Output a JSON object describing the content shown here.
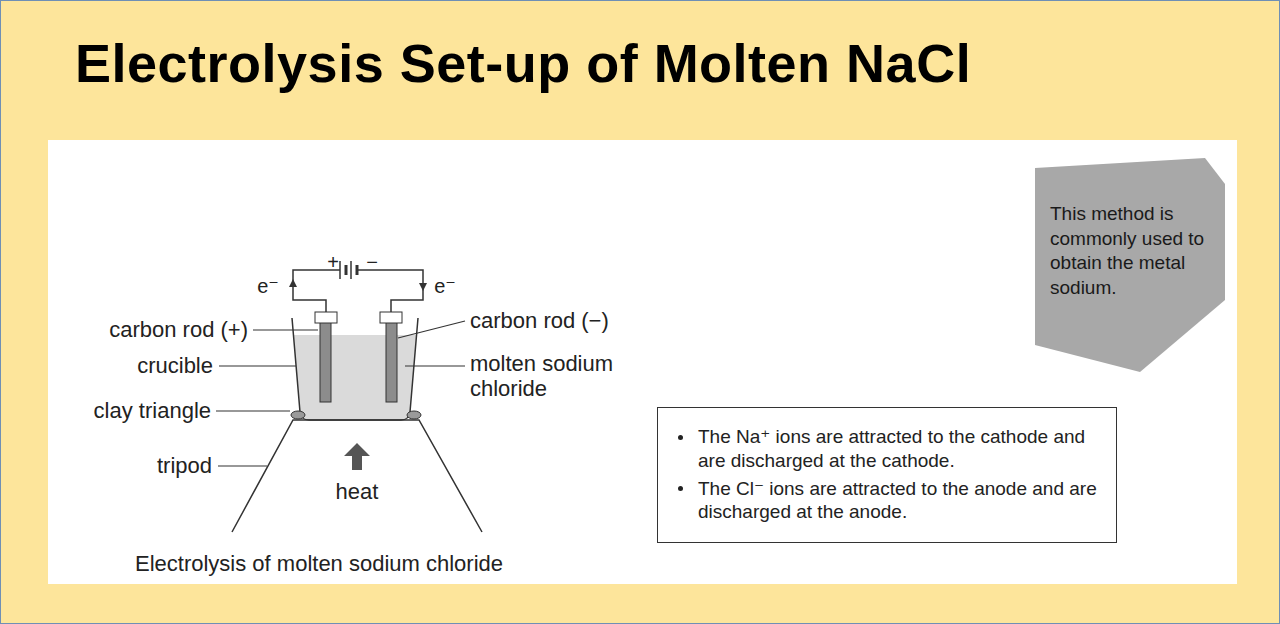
{
  "diagram": {
    "title": "Electrolysis Set-up of Molten NaCl",
    "caption": "Electrolysis of molten sodium chloride",
    "nodes": [
      {
        "text": [
          "This method is commonly used to obtain the metal sodium."
        ]
      },
      {
        "text": [
          "The Na⁺ ions are attracted to the cathode and are discharged at the cathode.",
          "The Cl⁻ ions are attracted to the anode and are discharged at the anode."
        ]
      }
    ],
    "labels": [
      "+",
      "−",
      "e⁻",
      "e⁻",
      "carbon rod (+)",
      "carbon rod (−)",
      "crucible",
      "molten sodium chloride",
      "clay triangle",
      "tripod",
      "heat"
    ]
  }
}
